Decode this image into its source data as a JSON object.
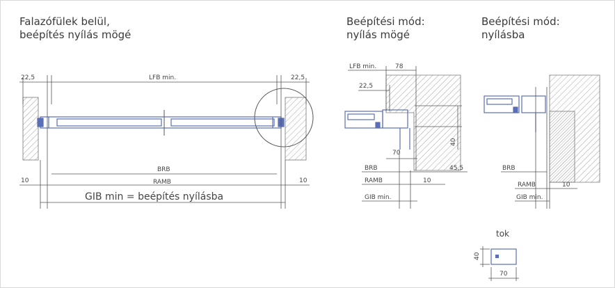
{
  "titles": {
    "left_line1": "Falazófülek belül,",
    "left_line2": "beépítés nyílás mögé",
    "mid_line1": "Beépítési mód:",
    "mid_line2": "nyílás mögé",
    "right_line1": "Beépítési mód:",
    "right_line2": "nyílásba"
  },
  "left_view": {
    "dim_left": "22,5",
    "dim_right": "22,5",
    "lfb": "LFB min.",
    "brb": "BRB",
    "ramb": "RAMB",
    "gib": "GIB min = beépítés nyílásba",
    "ten_left": "10",
    "ten_right": "10"
  },
  "mid_view": {
    "lfb": "LFB min.",
    "d78": "78",
    "d225": "22,5",
    "d70": "70",
    "d40": "40",
    "d455": "45,5",
    "brb": "BRB",
    "ramb": "RAMB",
    "d10": "10",
    "gib": "GIB min."
  },
  "right_view": {
    "brb": "BRB",
    "ramb": "RAMB",
    "d10": "10",
    "gib": "GIB min."
  },
  "tok_detail": {
    "label": "tok",
    "d40": "40",
    "d70": "70"
  },
  "colors": {
    "profile": "#5a6fb8",
    "line": "#555555",
    "hatch": "#8a8a8a"
  }
}
